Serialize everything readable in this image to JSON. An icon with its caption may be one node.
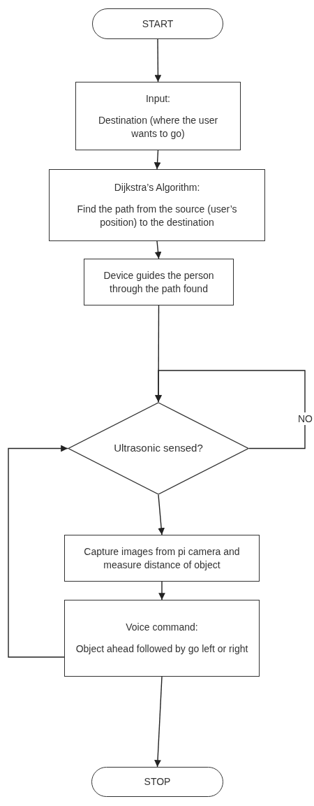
{
  "diagram": {
    "nodes": [
      {
        "text": [
          "START"
        ]
      },
      {
        "text": [
          "Input:",
          "Destination (where the user wants to go)"
        ]
      },
      {
        "text": [
          "Dijkstra’s Algorithm:",
          "Find the path from the source (user’s position) to the destination"
        ]
      },
      {
        "text": [
          "Device guides the person through the path found"
        ]
      },
      {
        "text": [
          "Ultrasonic sensed?"
        ]
      },
      {
        "text": [
          "Capture images from pi camera and measure distance of object"
        ]
      },
      {
        "text": [
          "Voice command:",
          "Object ahead followed by go left or right"
        ]
      },
      {
        "text": [
          "STOP"
        ]
      }
    ],
    "edges": [
      {
        "from": 0,
        "to": 1,
        "arrow": "to"
      },
      {
        "from": 1,
        "to": 2,
        "arrow": "to"
      },
      {
        "from": 2,
        "to": 3,
        "arrow": "to"
      },
      {
        "from": 3,
        "to": 4,
        "arrow": "to"
      },
      {
        "from": 4,
        "to": 4,
        "arrow": "to",
        "label": "NO"
      },
      {
        "from": 4,
        "to": 5,
        "arrow": "to"
      },
      {
        "from": 5,
        "to": 6,
        "arrow": "to"
      },
      {
        "from": 6,
        "to": 4,
        "arrow": "to"
      },
      {
        "from": 6,
        "to": 7,
        "arrow": "to"
      }
    ]
  }
}
